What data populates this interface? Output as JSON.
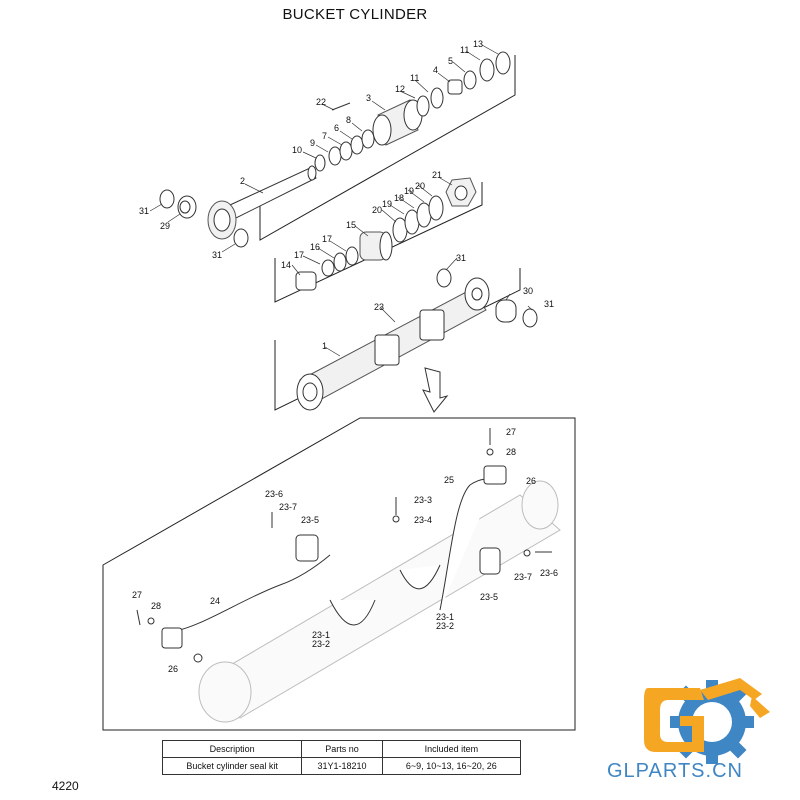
{
  "title": "BUCKET CYLINDER",
  "page_number": "4220",
  "callouts": {
    "c1": "1",
    "c2": "2",
    "c3": "3",
    "c4": "4",
    "c5": "5",
    "c6": "6",
    "c7": "7",
    "c8": "8",
    "c9": "9",
    "c10": "10",
    "c11a": "11",
    "c11b": "11",
    "c12": "12",
    "c13": "13",
    "c14": "14",
    "c15": "15",
    "c16": "16",
    "c17a": "17",
    "c17b": "17",
    "c18": "18",
    "c19a": "19",
    "c19b": "19",
    "c20a": "20",
    "c20b": "20",
    "c21": "21",
    "c22": "22",
    "c23": "23",
    "c29": "29",
    "c30": "30",
    "c31a": "31",
    "c31b": "31",
    "c31c": "31",
    "c31d": "31",
    "d27a": "27",
    "d28a": "28",
    "d25": "25",
    "d26a": "26",
    "d23_3": "23-3",
    "d23_4": "23-4",
    "d23_6a": "23-6",
    "d23_7a": "23-7",
    "d23_5a": "23-5",
    "d23_7b": "23-7",
    "d23_6b": "23-6",
    "d23_5b": "23-5",
    "d23_1a": "23-1",
    "d23_2a": "23-2",
    "d23_1b": "23-1",
    "d23_2b": "23-2",
    "d27b": "27",
    "d28b": "28",
    "d24": "24",
    "d26b": "26"
  },
  "kit_table": {
    "headers": [
      "Description",
      "Parts no",
      "Included item"
    ],
    "row": [
      "Bucket cylinder seal kit",
      "31Y1-18210",
      "6~9, 10~13, 16~20, 26"
    ]
  },
  "logo": {
    "text": "GLPARTS.CN",
    "color_orange": "#f5a623",
    "color_blue": "#3f86c4"
  }
}
